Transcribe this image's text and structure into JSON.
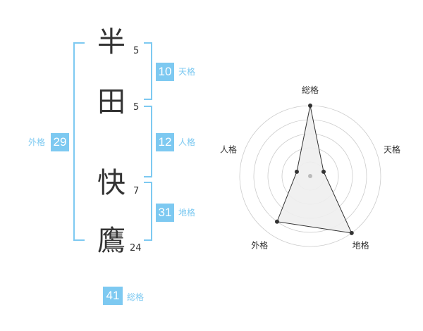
{
  "name": {
    "chars": [
      {
        "char": "半",
        "strokes": "5"
      },
      {
        "char": "田",
        "strokes": "5"
      },
      {
        "char": "快",
        "strokes": "7"
      },
      {
        "char": "鷹",
        "strokes": "24"
      }
    ]
  },
  "fortunes": {
    "tenkaku": {
      "value": "10",
      "label": "天格"
    },
    "jinkaku": {
      "value": "12",
      "label": "人格"
    },
    "chikaku": {
      "value": "31",
      "label": "地格"
    },
    "gaikaku": {
      "value": "29",
      "label": "外格"
    },
    "soukaku": {
      "value": "41",
      "label": "総格"
    }
  },
  "chart_data": {
    "type": "radar",
    "axes": [
      "総格",
      "天格",
      "地格",
      "外格",
      "人格"
    ],
    "values": [
      5,
      1,
      5,
      4,
      1
    ],
    "max": 5,
    "rings": 5,
    "colors": {
      "fill": "#eeeeee",
      "line": "#333333",
      "grid": "#cccccc",
      "point": "#333333"
    }
  },
  "colors": {
    "accent": "#7dc9f1",
    "text": "#333333"
  }
}
